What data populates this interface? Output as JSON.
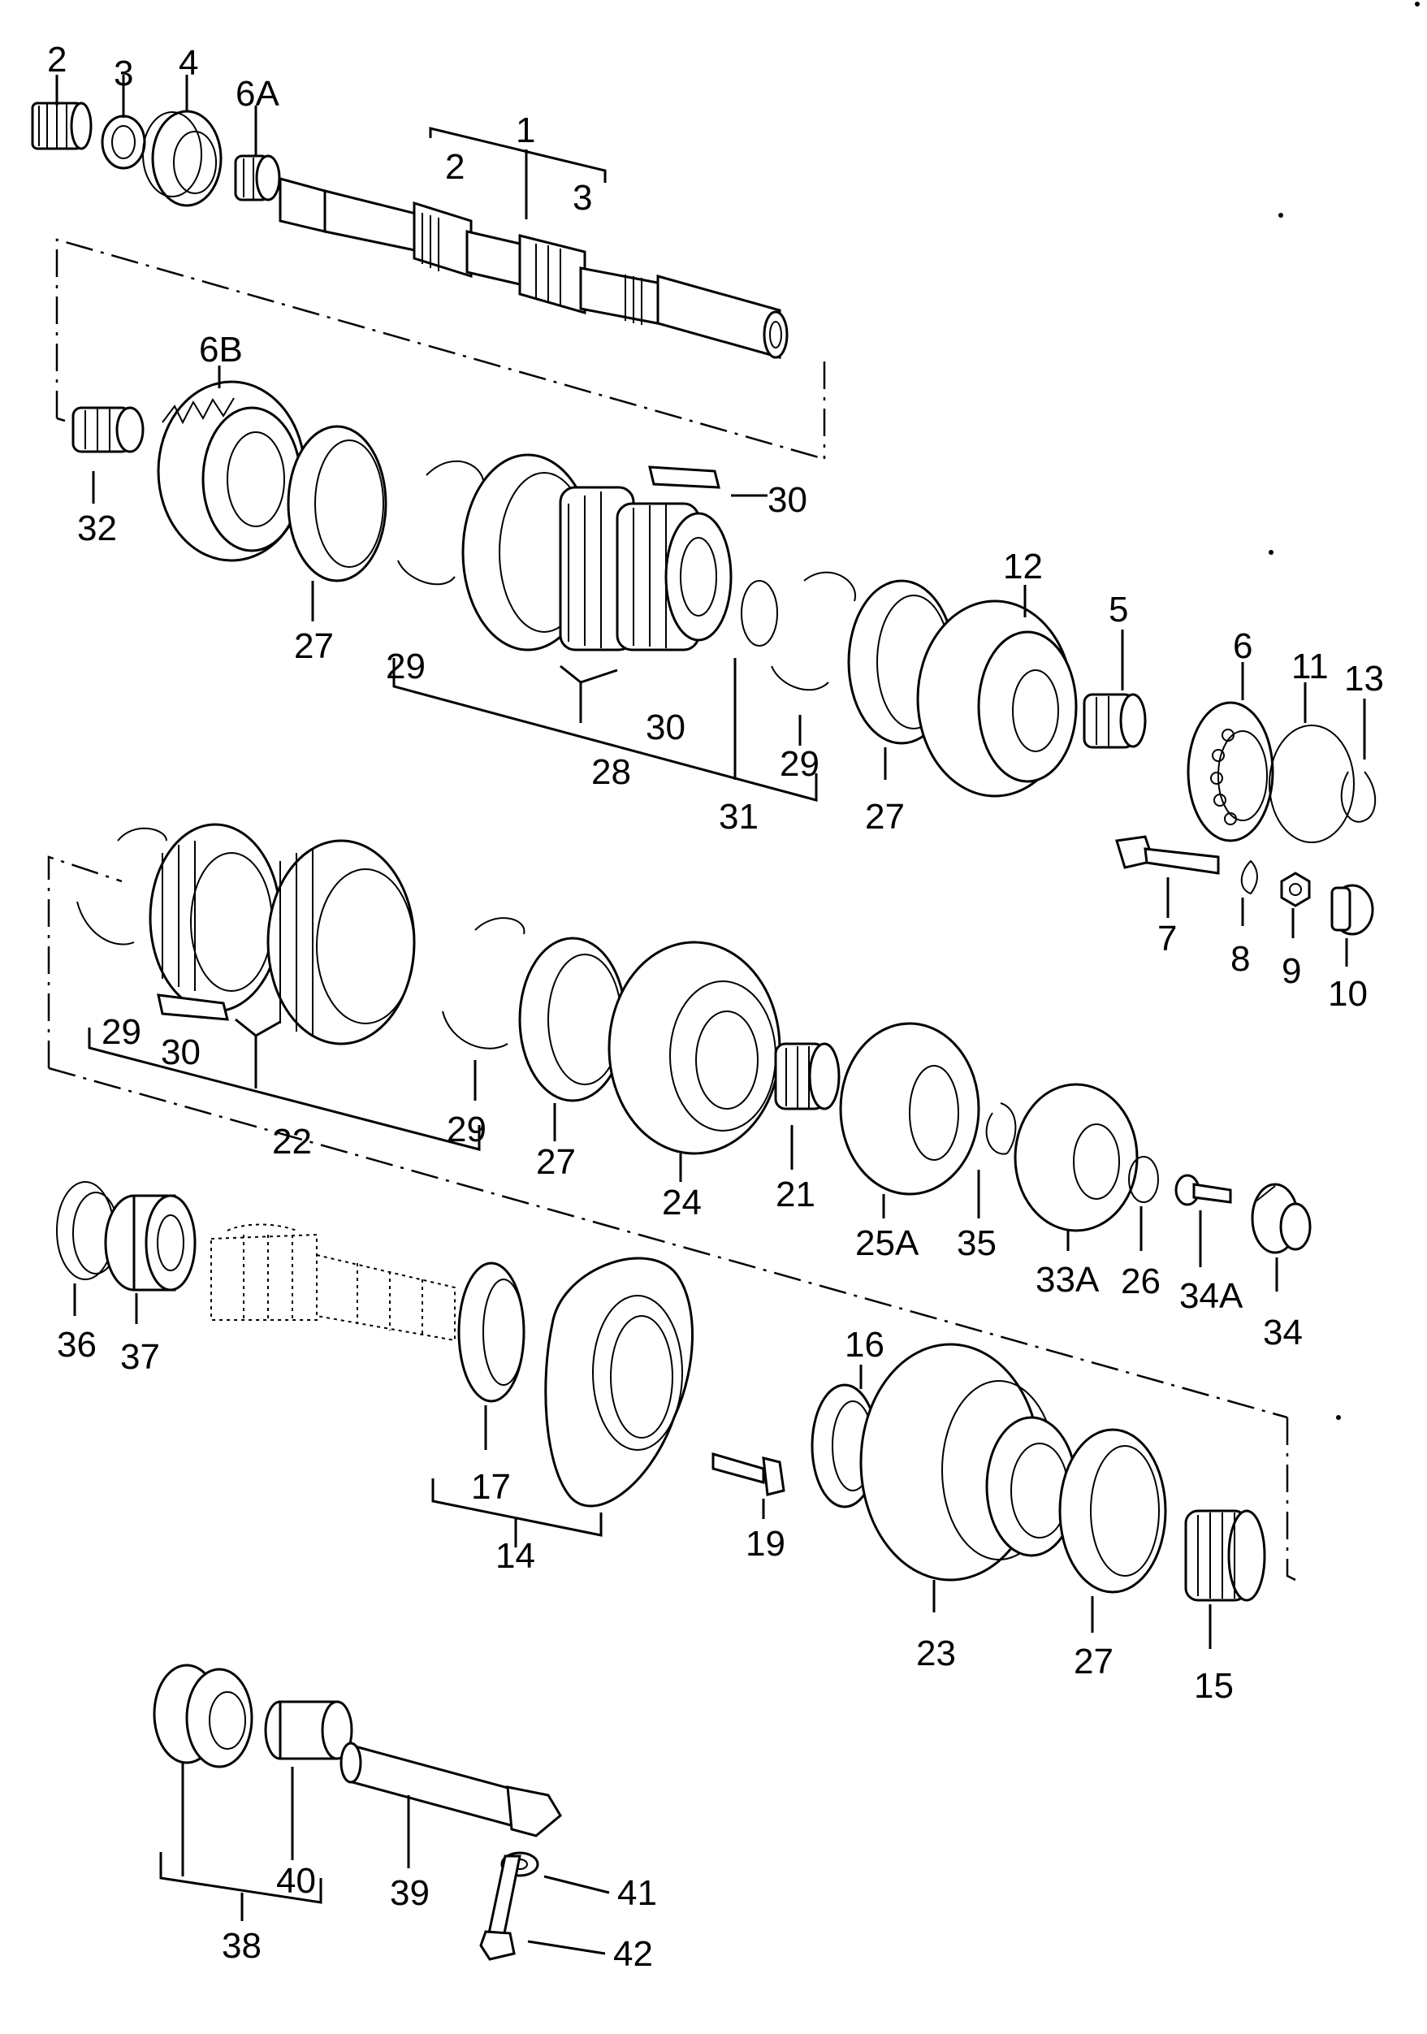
{
  "diagram": {
    "labels": {
      "l2_top": "2",
      "l3_top": "3",
      "l4": "4",
      "l6A": "6A",
      "l1": "1",
      "l2_shaft": "2",
      "l3_shaft": "3",
      "l6B": "6B",
      "l32": "32",
      "l27_a": "27",
      "l29_a": "29",
      "l28": "28",
      "l30_a": "30",
      "l30_b": "30",
      "l31": "31",
      "l29_b": "29",
      "l27_b": "27",
      "l12": "12",
      "l5": "5",
      "l6": "6",
      "l11": "11",
      "l13": "13",
      "l7": "7",
      "l8": "8",
      "l9": "9",
      "l10": "10",
      "l29_c": "29",
      "l30_c": "30",
      "l22": "22",
      "l29_d": "29",
      "l27_c": "27",
      "l24": "24",
      "l21": "21",
      "l25A": "25A",
      "l35": "35",
      "l33A": "33A",
      "l26": "26",
      "l34A": "34A",
      "l34": "34",
      "l36": "36",
      "l37": "37",
      "l17": "17",
      "l14": "14",
      "l16": "16",
      "l19": "19",
      "l23": "23",
      "l27_d": "27",
      "l15": "15",
      "l40": "40",
      "l39": "39",
      "l41": "41",
      "l42": "42",
      "l38": "38"
    }
  }
}
